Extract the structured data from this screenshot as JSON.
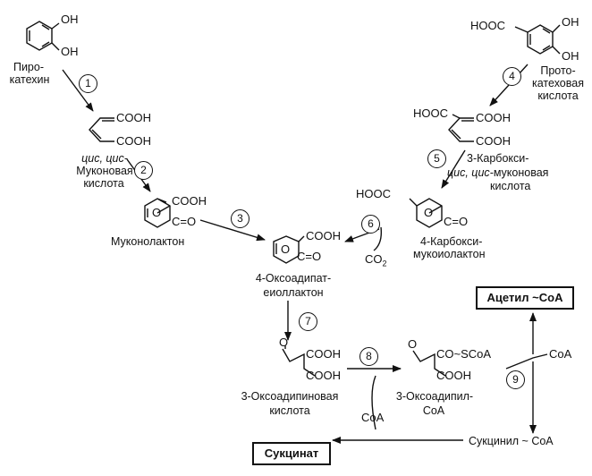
{
  "compounds": {
    "pyrocatechin": {
      "oh1": "OH",
      "oh2": "OH",
      "name1": "Пиро-",
      "name2": "катехин"
    },
    "protocatechuic": {
      "cooh": "HOOC",
      "oh1": "OH",
      "oh2": "OH",
      "name1": "Прото-",
      "name2": "катеховая",
      "name3": "кислота"
    },
    "muconic": {
      "cooh1": "COOH",
      "cooh2": "COOH",
      "name_it": "цис, цис-",
      "name2": "Муконовая",
      "name3": "кислота"
    },
    "carboxy_muconic": {
      "hooc": "HOOC",
      "cooh1": "COOH",
      "cooh2": "COOH",
      "name1": "3-Карбокси-",
      "name_it": "цис, цис-",
      "name2": "муконовая",
      "name3": "кислота"
    },
    "muconolactone": {
      "cooh": "COOH",
      "o": "O",
      "co": "C=O",
      "name": "Муконолактон"
    },
    "carboxy_muconolactone": {
      "hooc": "HOOC",
      "o": "O",
      "co": "C=O",
      "name1": "4-Карбокси-",
      "name2": "мукоиолактон"
    },
    "oxoadipate_enol": {
      "cooh": "COOH",
      "o": "O",
      "co": "C=O",
      "name1": "4-Оксоадипат-",
      "name2": "еиоллактон"
    },
    "oxoadipic": {
      "o": "O",
      "cooh1": "COOH",
      "cooh2": "COOH",
      "name1": "3-Оксоадипиновая",
      "name2": "кислота"
    },
    "oxoadipyl_coa": {
      "o": "O",
      "coscoa": "CO~SCoA",
      "cooh": "COOH",
      "name1": "3-Оксоадипил-",
      "name2": "CoA"
    }
  },
  "cofactors": {
    "co2": "CO",
    "co2_sub": "2",
    "coa_in": "CoA",
    "coa_split": "CoA"
  },
  "products": {
    "acetyl": "Ацетил ~CoA",
    "succinate": "Сукцинат",
    "succinyl": "Сукцинил ~ CoA"
  },
  "steps": [
    "1",
    "2",
    "3",
    "4",
    "5",
    "6",
    "7",
    "8",
    "9"
  ]
}
